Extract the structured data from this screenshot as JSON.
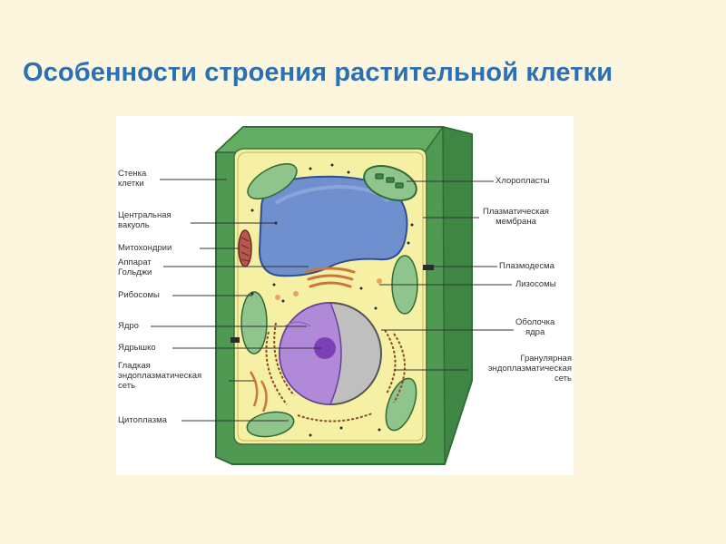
{
  "slide": {
    "title": "Особенности строения растительной клетки"
  },
  "diagram": {
    "labels_left": {
      "cell_wall": [
        "Стенка",
        "клетки"
      ],
      "central_vacuole": [
        "Центральная",
        "вакуоль"
      ],
      "mitochondria": "Митохондрии",
      "golgi": [
        "Аппарат",
        "Гольджи"
      ],
      "ribosomes": "Рибосомы",
      "nucleus": "Ядро",
      "nucleolus": "Ядрышко",
      "smooth_er": [
        "Гладкая",
        "эндоплазматическая",
        "сеть"
      ],
      "cytoplasm": "Цитоплазма"
    },
    "labels_right": {
      "chloroplasts": "Хлоропласты",
      "plasma_membrane": [
        "Плазматическая",
        "мембрана"
      ],
      "plasmodesma": "Плазмодесма",
      "lysosomes": "Лизосомы",
      "nuclear_envelope": [
        "Оболочка",
        "ядра"
      ],
      "rough_er": [
        "Гранулярная",
        "эндоплазматическая",
        "сеть"
      ]
    },
    "colors": {
      "cell_wall": "#4f9a52",
      "cell_wall_dark": "#2e6b35",
      "cytoplasm": "#f6f0a4",
      "vacuole": "#6f8fce",
      "nucleus": "#b08ad8",
      "nucleolus": "#7b3fb8",
      "chloroplast": "#8fc58d",
      "mitochondria": "#b8574f",
      "golgi": "#e9a35f",
      "title": "#2b6fb4"
    }
  }
}
